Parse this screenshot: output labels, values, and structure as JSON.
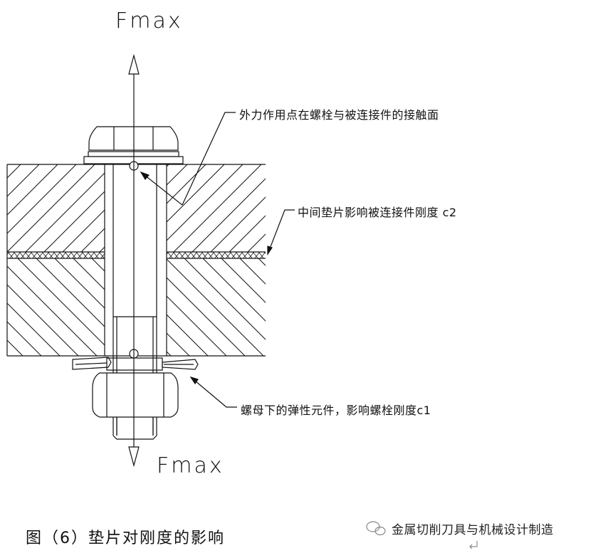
{
  "diagram": {
    "force_top": "Fmax",
    "force_bottom": "Fmax",
    "annotation_contact_point": "外力作用点在螺栓与被连接件的接触面",
    "annotation_gasket": "中间垫片影响被连接件刚度 c2",
    "annotation_spring_element": "螺母下的弹性元件，影响螺栓刚度c1"
  },
  "caption": "图（6）垫片对刚度的影响",
  "watermark": "金属切削刀具与机械设计制造",
  "colors": {
    "line": "#111111",
    "background": "#ffffff"
  },
  "icons": {
    "watermark_logo": "wechat-bubble-icon",
    "return_mark": "carriage-return-icon"
  }
}
